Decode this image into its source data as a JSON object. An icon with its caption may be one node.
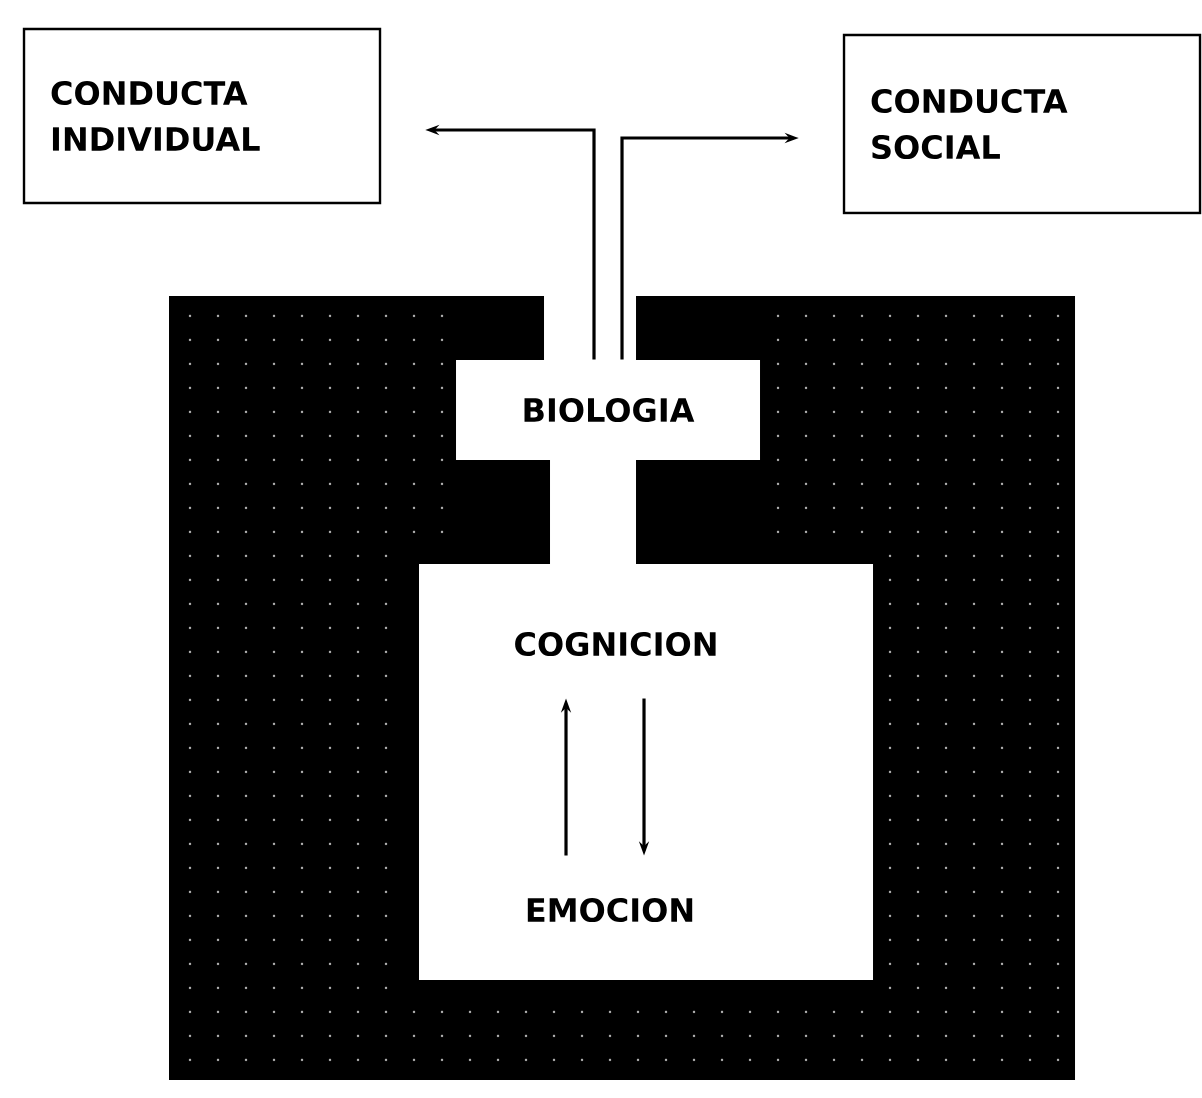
{
  "diagram": {
    "nodes": [
      {
        "text": [
          "CONDUCTA INDIVIDUAL"
        ]
      },
      {
        "text": [
          "CONDUCTA SOCIAL"
        ]
      },
      {
        "text": [],
        "shape": "box"
      },
      {
        "text": [
          "BIOLOGIA"
        ],
        "in": 2
      },
      {
        "text": [],
        "shape": "box",
        "in": 2
      },
      {
        "text": [
          "COGNICION"
        ],
        "in": 4
      },
      {
        "text": [
          "EMOCION"
        ],
        "in": 4
      }
    ],
    "edges": [
      {
        "from": 3,
        "to": 0,
        "arrow": "to"
      },
      {
        "from": 3,
        "to": 1,
        "arrow": "to"
      },
      {
        "from": 6,
        "to": 5,
        "arrow": "to"
      },
      {
        "from": 5,
        "to": 6,
        "arrow": "to"
      }
    ]
  }
}
